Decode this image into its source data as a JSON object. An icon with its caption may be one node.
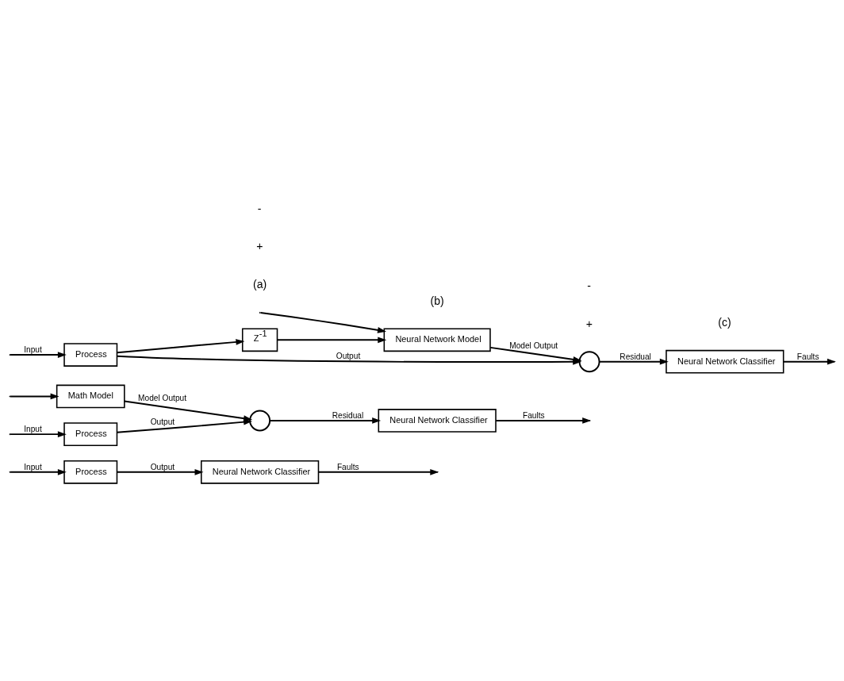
{
  "diagram": {
    "nodes": [
      {
        "text": [
          "Process"
        ]
      },
      {
        "text": [
          "Neural Network Classifier"
        ]
      },
      {
        "text": [
          "Process"
        ]
      },
      {
        "text": [
          "Math Model"
        ]
      },
      {
        "text": [],
        "shape": "circle"
      },
      {
        "text": [
          "Neural Network Classifier"
        ]
      },
      {
        "text": [
          "Process"
        ]
      },
      {
        "text": [
          "Z$^{-1}$"
        ]
      },
      {
        "text": [
          "Neural Network Model"
        ]
      },
      {
        "text": [],
        "shape": "circle"
      },
      {
        "text": [
          "Neural Network Classifier"
        ]
      }
    ],
    "edges": [
      {
        "from": null,
        "to": 0,
        "arrow": "to",
        "label": "Input"
      },
      {
        "from": 0,
        "to": 1,
        "arrow": "to",
        "label": "Output"
      },
      {
        "from": 1,
        "to": null,
        "arrow": "to",
        "label": "Faults"
      },
      {
        "from": null,
        "to": 2,
        "arrow": "to",
        "label": "Input"
      },
      {
        "from": null,
        "to": 3,
        "arrow": "to"
      },
      {
        "from": 2,
        "to": 4,
        "arrow": "to",
        "label": "Output"
      },
      {
        "from": 3,
        "to": 4,
        "arrow": "to",
        "label": "Model Output"
      },
      {
        "from": 4,
        "to": 5,
        "arrow": "to",
        "label": "Residual"
      },
      {
        "from": 5,
        "to": null,
        "arrow": "to",
        "label": "Faults"
      },
      {
        "from": null,
        "to": 6,
        "arrow": "to",
        "label": "Input"
      },
      {
        "from": null,
        "to": 8,
        "arrow": "to"
      },
      {
        "from": 6,
        "to": 9,
        "arrow": "to",
        "label": "Output"
      },
      {
        "from": 6,
        "to": 7,
        "arrow": "to"
      },
      {
        "from": 7,
        "to": 8,
        "arrow": "to"
      },
      {
        "from": 8,
        "to": 9,
        "arrow": "to",
        "label": "Model Output"
      },
      {
        "from": 9,
        "to": 10,
        "arrow": "to",
        "label": "Residual"
      },
      {
        "from": 10,
        "to": null,
        "arrow": "to",
        "label": "Faults"
      }
    ],
    "labels": [
      "(a)",
      "+",
      "-",
      "(b)",
      "+",
      "-",
      "(c)"
    ]
  }
}
